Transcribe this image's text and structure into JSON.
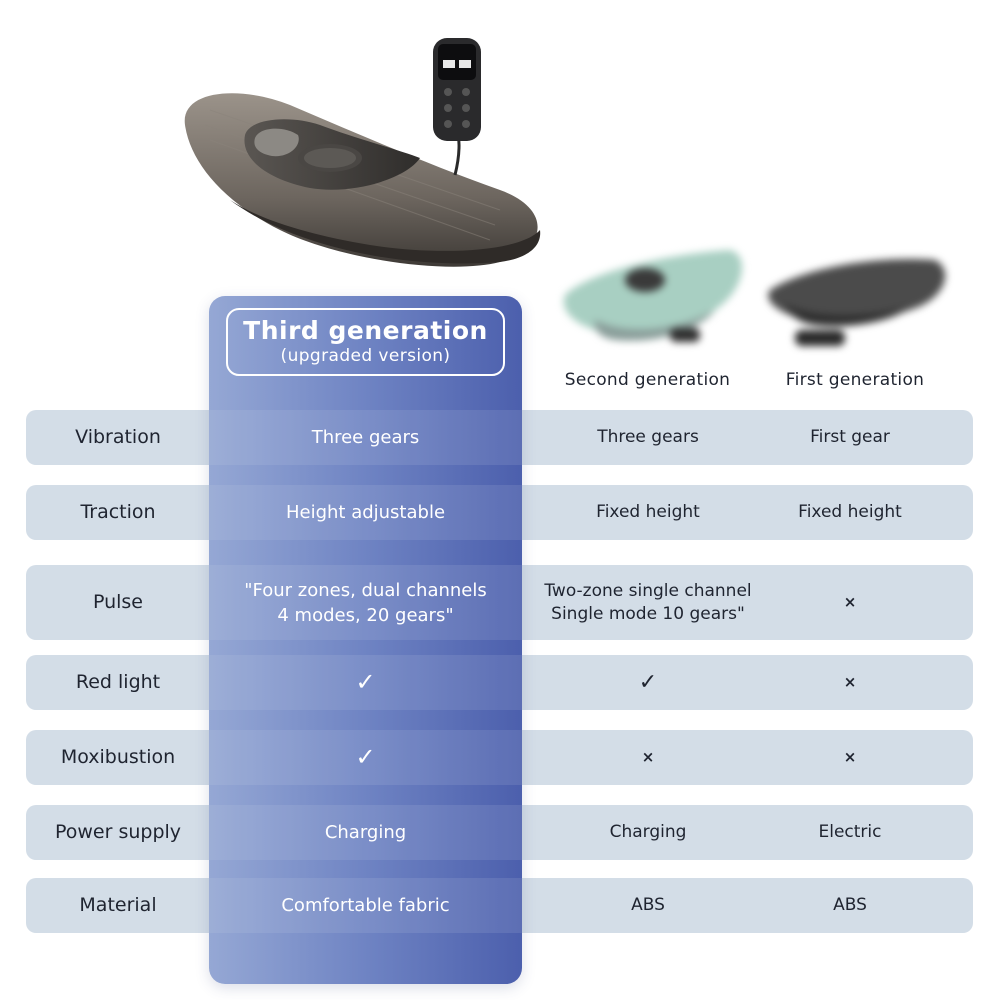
{
  "columns": {
    "third": {
      "title": "Third generation",
      "subtitle": "(upgraded version)"
    },
    "second": {
      "title": "Second generation"
    },
    "first": {
      "title": "First generation"
    }
  },
  "rows": [
    {
      "label": "Vibration",
      "third": "Three gears",
      "second": "Three gears",
      "first": "First gear"
    },
    {
      "label": "Traction",
      "third": "Height adjustable",
      "second": "Fixed height",
      "first": "Fixed height"
    },
    {
      "label": "Pulse",
      "third": "\"Four zones, dual channels\n4 modes, 20 gears\"",
      "second": "Two-zone single channel\nSingle mode 10 gears\"",
      "first": "×"
    },
    {
      "label": "Red light",
      "third": "✓",
      "second": "✓",
      "first": "×"
    },
    {
      "label": "Moxibustion",
      "third": "✓",
      "second": "×",
      "first": "×"
    },
    {
      "label": "Power supply",
      "third": "Charging",
      "second": "Charging",
      "first": "Electric"
    },
    {
      "label": "Material",
      "third": "Comfortable fabric",
      "second": "ABS",
      "first": "ABS"
    }
  ],
  "colors": {
    "row_bg": "#d3dde7",
    "highlight_start": "#8da1d1",
    "highlight_end": "#465aaa",
    "text": "#1f2430"
  },
  "icons": [
    "lumbar-massager-image",
    "remote-control-image",
    "check-icon",
    "cross-icon"
  ]
}
